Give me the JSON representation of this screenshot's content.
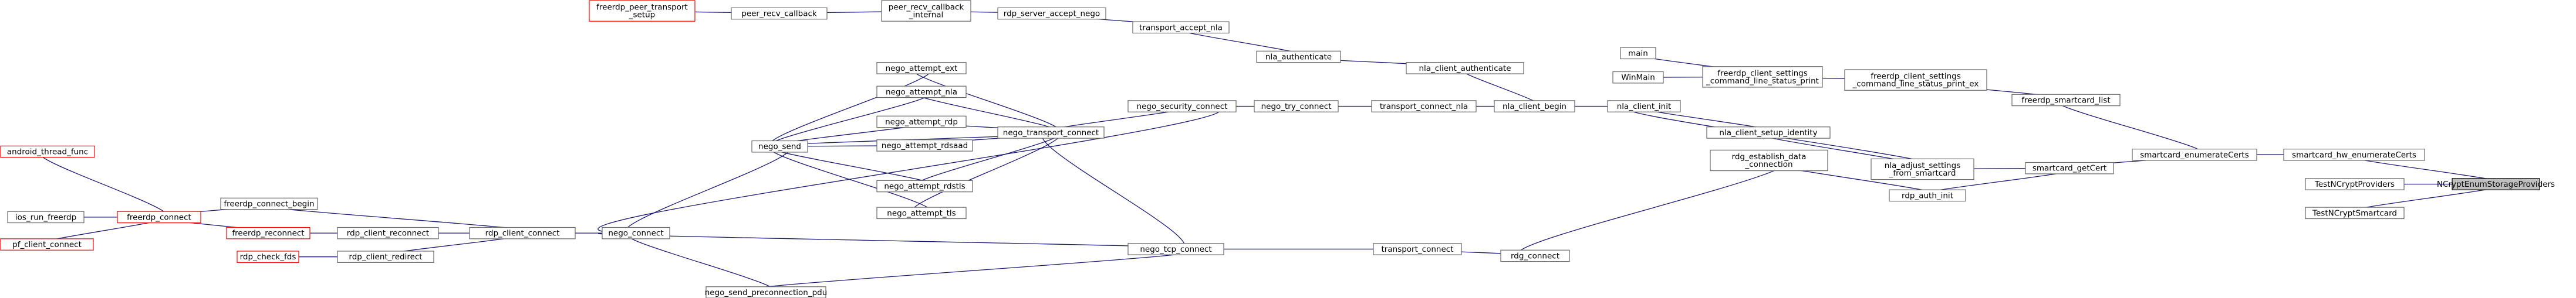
{
  "title": "",
  "colors": {
    "edge": "#191970",
    "node_border": "#666666",
    "external_node_border": "#ff0000",
    "root_node_fill": "#bfbfbf",
    "background": "#ffffff"
  },
  "nodes": [
    {
      "id": "root",
      "label": [
        "NCryptEnumStorageProviders"
      ],
      "kind": "root"
    },
    {
      "id": "hw_enum",
      "label": [
        "smartcard_hw_enumerateCerts"
      ],
      "kind": "normal"
    },
    {
      "id": "tsnc_prov",
      "label": [
        "TestNCryptProviders"
      ],
      "kind": "normal"
    },
    {
      "id": "tsnc_sc",
      "label": [
        "TestNCryptSmartcard"
      ],
      "kind": "normal"
    },
    {
      "id": "sc_enum",
      "label": [
        "smartcard_enumerateCerts"
      ],
      "kind": "normal"
    },
    {
      "id": "sc_list",
      "label": [
        "freerdp_smartcard_list"
      ],
      "kind": "normal"
    },
    {
      "id": "sc_getcert",
      "label": [
        "smartcard_getCert"
      ],
      "kind": "normal"
    },
    {
      "id": "cl_ex",
      "label": [
        "freerdp_client_settings",
        "_command_line_status_print_ex"
      ],
      "kind": "normal"
    },
    {
      "id": "cl",
      "label": [
        "freerdp_client_settings",
        "_command_line_status_print"
      ],
      "kind": "normal"
    },
    {
      "id": "main",
      "label": [
        "main"
      ],
      "kind": "normal"
    },
    {
      "id": "winmain",
      "label": [
        "WinMain"
      ],
      "kind": "normal"
    },
    {
      "id": "nla_adjust",
      "label": [
        "nla_adjust_settings",
        "_from_smartcard"
      ],
      "kind": "normal"
    },
    {
      "id": "nla_setup",
      "label": [
        "nla_client_setup_identity"
      ],
      "kind": "normal"
    },
    {
      "id": "nla_init",
      "label": [
        "nla_client_init"
      ],
      "kind": "normal"
    },
    {
      "id": "nla_begin",
      "label": [
        "nla_client_begin"
      ],
      "kind": "normal"
    },
    {
      "id": "nla_auth_c",
      "label": [
        "nla_client_authenticate"
      ],
      "kind": "normal"
    },
    {
      "id": "nla_auth",
      "label": [
        "nla_authenticate"
      ],
      "kind": "normal"
    },
    {
      "id": "accept_nla",
      "label": [
        "transport_accept_nla"
      ],
      "kind": "normal"
    },
    {
      "id": "server_accept",
      "label": [
        "rdp_server_accept_nego"
      ],
      "kind": "normal"
    },
    {
      "id": "peer_recv_int",
      "label": [
        "peer_recv_callback",
        "_internal"
      ],
      "kind": "normal"
    },
    {
      "id": "peer_recv",
      "label": [
        "peer_recv_callback"
      ],
      "kind": "normal"
    },
    {
      "id": "peer_setup",
      "label": [
        "freerdp_peer_transport",
        "_setup"
      ],
      "kind": "external"
    },
    {
      "id": "tconn_nla",
      "label": [
        "transport_connect_nla"
      ],
      "kind": "normal"
    },
    {
      "id": "nego_try",
      "label": [
        "nego_try_connect"
      ],
      "kind": "normal"
    },
    {
      "id": "nego_sec",
      "label": [
        "nego_security_connect"
      ],
      "kind": "normal"
    },
    {
      "id": "nego_trans",
      "label": [
        "nego_transport_connect"
      ],
      "kind": "normal"
    },
    {
      "id": "att_ext",
      "label": [
        "nego_attempt_ext"
      ],
      "kind": "normal"
    },
    {
      "id": "att_nla",
      "label": [
        "nego_attempt_nla"
      ],
      "kind": "normal"
    },
    {
      "id": "att_rdp",
      "label": [
        "nego_attempt_rdp"
      ],
      "kind": "normal"
    },
    {
      "id": "att_rdsaad",
      "label": [
        "nego_attempt_rdsaad"
      ],
      "kind": "normal"
    },
    {
      "id": "att_rdstls",
      "label": [
        "nego_attempt_rdstls"
      ],
      "kind": "normal"
    },
    {
      "id": "att_tls",
      "label": [
        "nego_attempt_tls"
      ],
      "kind": "normal"
    },
    {
      "id": "nego_send",
      "label": [
        "nego_send"
      ],
      "kind": "normal"
    },
    {
      "id": "nego_connect",
      "label": [
        "nego_connect"
      ],
      "kind": "normal"
    },
    {
      "id": "auth_init",
      "label": [
        "rdp_auth_init"
      ],
      "kind": "normal"
    },
    {
      "id": "establish",
      "label": [
        "rdg_establish_data",
        "_connection"
      ],
      "kind": "normal"
    },
    {
      "id": "rdg_connect",
      "label": [
        "rdg_connect"
      ],
      "kind": "normal"
    },
    {
      "id": "tconnect",
      "label": [
        "transport_connect"
      ],
      "kind": "normal"
    },
    {
      "id": "tcp_connect",
      "label": [
        "nego_tcp_connect"
      ],
      "kind": "normal"
    },
    {
      "id": "send_precon",
      "label": [
        "nego_send_preconnection_pdu"
      ],
      "kind": "normal"
    },
    {
      "id": "rdp_cc",
      "label": [
        "rdp_client_connect"
      ],
      "kind": "normal"
    },
    {
      "id": "rdp_recon",
      "label": [
        "rdp_client_reconnect"
      ],
      "kind": "normal"
    },
    {
      "id": "rdp_redir",
      "label": [
        "rdp_client_redirect"
      ],
      "kind": "normal"
    },
    {
      "id": "check_fds",
      "label": [
        "rdp_check_fds"
      ],
      "kind": "external"
    },
    {
      "id": "fr_recon",
      "label": [
        "freerdp_reconnect"
      ],
      "kind": "external"
    },
    {
      "id": "fr_begin",
      "label": [
        "freerdp_connect_begin"
      ],
      "kind": "normal"
    },
    {
      "id": "fr_connect",
      "label": [
        "freerdp_connect"
      ],
      "kind": "external"
    },
    {
      "id": "android",
      "label": [
        "android_thread_func"
      ],
      "kind": "external"
    },
    {
      "id": "ios",
      "label": [
        "ios_run_freerdp"
      ],
      "kind": "normal"
    },
    {
      "id": "pf",
      "label": [
        "pf_client_connect"
      ],
      "kind": "external"
    }
  ],
  "edges": [
    [
      "hw_enum",
      "root"
    ],
    [
      "tsnc_prov",
      "root"
    ],
    [
      "tsnc_sc",
      "root"
    ],
    [
      "sc_enum",
      "hw_enum"
    ],
    [
      "sc_list",
      "sc_enum"
    ],
    [
      "sc_getcert",
      "sc_enum"
    ],
    [
      "cl_ex",
      "sc_list"
    ],
    [
      "cl",
      "cl_ex"
    ],
    [
      "main",
      "cl"
    ],
    [
      "winmain",
      "cl"
    ],
    [
      "nla_adjust",
      "sc_getcert"
    ],
    [
      "auth_init",
      "sc_getcert"
    ],
    [
      "nla_setup",
      "nla_adjust"
    ],
    [
      "nla_init",
      "nla_adjust"
    ],
    [
      "nla_init",
      "nla_setup"
    ],
    [
      "nla_begin",
      "nla_init"
    ],
    [
      "nla_auth_c",
      "nla_begin"
    ],
    [
      "tconn_nla",
      "nla_begin"
    ],
    [
      "nla_auth",
      "nla_auth_c"
    ],
    [
      "accept_nla",
      "nla_auth"
    ],
    [
      "server_accept",
      "accept_nla"
    ],
    [
      "peer_recv_int",
      "server_accept"
    ],
    [
      "peer_recv",
      "peer_recv_int"
    ],
    [
      "peer_setup",
      "peer_recv"
    ],
    [
      "nego_try",
      "tconn_nla"
    ],
    [
      "nego_sec",
      "nego_try"
    ],
    [
      "nego_connect",
      "nego_sec"
    ],
    [
      "nego_trans",
      "nego_sec"
    ],
    [
      "att_ext",
      "nego_trans"
    ],
    [
      "att_nla",
      "nego_trans"
    ],
    [
      "att_rdp",
      "nego_trans"
    ],
    [
      "att_rdsaad",
      "nego_trans"
    ],
    [
      "att_rdstls",
      "nego_trans"
    ],
    [
      "att_tls",
      "nego_trans"
    ],
    [
      "nego_send",
      "nego_trans"
    ],
    [
      "nego_send",
      "att_ext"
    ],
    [
      "nego_send",
      "att_nla"
    ],
    [
      "nego_send",
      "att_rdp"
    ],
    [
      "nego_send",
      "att_rdsaad"
    ],
    [
      "nego_send",
      "att_rdstls"
    ],
    [
      "nego_send",
      "att_tls"
    ],
    [
      "nego_connect",
      "nego_send"
    ],
    [
      "establish",
      "auth_init"
    ],
    [
      "rdg_connect",
      "establish"
    ],
    [
      "tconnect",
      "rdg_connect"
    ],
    [
      "tcp_connect",
      "tconnect"
    ],
    [
      "nego_trans",
      "tcp_connect"
    ],
    [
      "nego_connect",
      "tcp_connect"
    ],
    [
      "send_precon",
      "tcp_connect"
    ],
    [
      "nego_connect",
      "send_precon"
    ],
    [
      "rdp_cc",
      "nego_connect"
    ],
    [
      "fr_begin",
      "rdp_cc"
    ],
    [
      "rdp_recon",
      "rdp_cc"
    ],
    [
      "rdp_redir",
      "rdp_cc"
    ],
    [
      "fr_recon",
      "rdp_recon"
    ],
    [
      "check_fds",
      "rdp_redir"
    ],
    [
      "fr_connect",
      "fr_begin"
    ],
    [
      "fr_connect",
      "fr_recon"
    ],
    [
      "android",
      "fr_connect"
    ],
    [
      "ios",
      "fr_connect"
    ],
    [
      "pf",
      "fr_connect"
    ]
  ]
}
